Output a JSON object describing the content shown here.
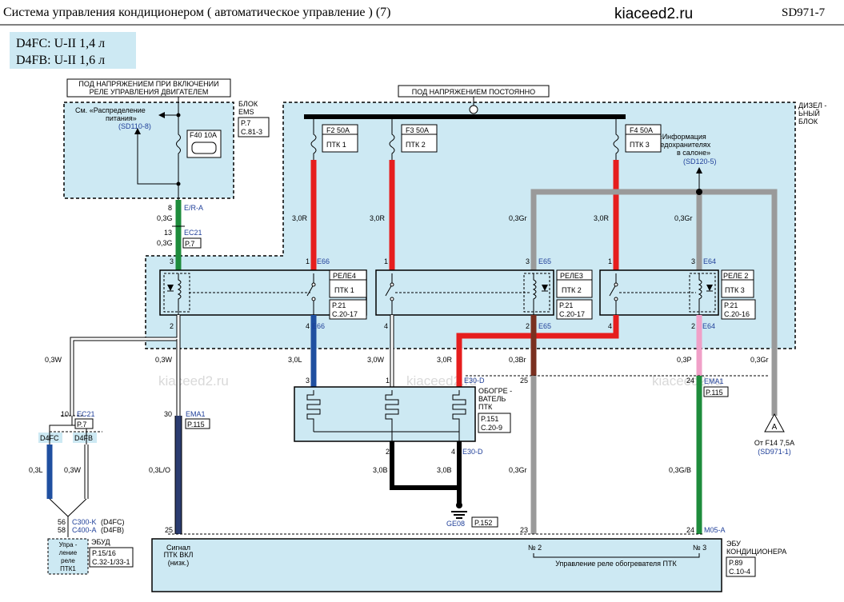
{
  "header": {
    "title": "Система   управления    кондиционером    ( автоматическое      управление    ) (7)",
    "site": "kiaceed2.ru",
    "code": "SD971-7"
  },
  "engines": {
    "line1": "D4FC: U-II 1,4  л",
    "line2": "D4FB: U-II 1,6  л"
  },
  "power": {
    "ignition_1": "ПОД НАПРЯЖЕНИЕМ   ПРИ ВКЛЮЧЕНИИ",
    "ignition_2": "РЕЛЕ УПРАВЛЕНИЯ ДВИГАТЕЛЕМ",
    "constant": "ПОД НАПРЯЖЕНИЕМ   ПОСТОЯННО"
  },
  "ems": {
    "see_1": "См. «Распределение",
    "see_2": "питания»",
    "see_ref": "(SD110-8)",
    "fuse": "F40 10A",
    "block_1": "БЛОК",
    "block_2": "EMS",
    "ref_1": "P.7",
    "ref_2": "C.81-3"
  },
  "diesel_block": {
    "label_1": "ДИЗЕЛ -",
    "label_2": "ЬНЫЙ",
    "label_3": "БЛОК",
    "see_1": "См. «Информация",
    "see_2": "о предохранителях",
    "see_3": "в салоне»",
    "see_ref": "(SD120-5)"
  },
  "fuses": [
    {
      "rating": "F2 50A",
      "name": "ПТК 1"
    },
    {
      "rating": "F3 50A",
      "name": "ПТК 2"
    },
    {
      "rating": "F4 50A",
      "name": "ПТК 3"
    }
  ],
  "relays": [
    {
      "title": "РЕЛЕ4",
      "name": "ПТК 1",
      "ref_1": "P.21",
      "ref_2": "C.20-17",
      "conn_top": "E66",
      "conn_bottom": "E66"
    },
    {
      "title": "РЕЛЕ3",
      "name": "ПТК 2",
      "ref_1": "P.21",
      "ref_2": "C.20-17",
      "conn_top": "E65",
      "conn_bottom": "E65"
    },
    {
      "title": "РЕЛЕ 2",
      "name": "ПТК 3",
      "ref_1": "P.21",
      "ref_2": "C.20-16",
      "conn_top": "E64",
      "conn_bottom": "E64"
    }
  ],
  "wires": {
    "w1": "0,3G",
    "w2": "0,3G",
    "w3": "3,0R",
    "w4": "3,0R",
    "w5": "0,3Gr",
    "w6": "3,0R",
    "w7": "0,3Gr",
    "w8": "0,3W",
    "w9": "0,3W",
    "w10": "3,0L",
    "w11": "3,0W",
    "w12": "3,0R",
    "w13": "0,3Br",
    "w14": "0,3P",
    "w15": "0,3Gr",
    "w16": "0,3L",
    "w17": "0,3W",
    "w18": "0,3L/O",
    "w19": "3,0B",
    "w20": "3,0B",
    "w21": "0,3Gr",
    "w22": "0,3G/B"
  },
  "connectors": {
    "er_a": "E/R-A",
    "ec21_top": "EC21",
    "ec21_top_ref": "P.7",
    "ec21_left": "EC21",
    "ec21_left_ref": "P.7",
    "ema1_left": "EMA1",
    "ema1_left_ref": "P.115",
    "ema1_right": "EMA1",
    "ema1_right_ref": "P.115",
    "e30d_top": "E30-D",
    "e30d_bottom": "E30-D",
    "ge08": "GE08",
    "ge08_ref": "P.152",
    "m05a": "M05-A",
    "c300": "C300-K",
    "c300_note": "(D4FC)",
    "c400": "C400-A",
    "c400_note": "(D4FB)"
  },
  "pins": {
    "p8": "8",
    "p13": "13",
    "p3a": "3",
    "p1a": "1",
    "p1b": "1",
    "p3b": "3",
    "p1c": "1",
    "p3c": "3",
    "p2a": "2",
    "p4a": "4",
    "p4b": "4",
    "p2b": "2",
    "p4c": "4",
    "p2c": "2",
    "p10": "10",
    "p30": "30",
    "p3d": "3",
    "p1d": "1",
    "p2d": "2",
    "p25a": "25",
    "p24a": "24",
    "p2e": "2",
    "p4e": "4",
    "p56": "56",
    "p58": "58",
    "p25b": "25",
    "p23": "23",
    "p24b": "24"
  },
  "variants": {
    "a": "D4FC",
    "b": "D4FB"
  },
  "heater": {
    "label_1": "ОБОГРЕ -",
    "label_2": "ВАТЕЛЬ",
    "label_3": "ПТК",
    "ref_1": "P.151",
    "ref_2": "C.20-9"
  },
  "from_f14": {
    "marker": "A",
    "label": "От F14 7,5A",
    "ref": "(SD971-1)"
  },
  "ecu_engine": {
    "box_1": "Упра -",
    "box_2": "ление",
    "box_3": "реле",
    "box_4": "ПТК1",
    "title": "ЭБУД",
    "ref_1": "P.15/16",
    "ref_2": "C.32-1/33-1"
  },
  "ecu_ac": {
    "signal_1": "Сигнал",
    "signal_2": "ПТК ВКЛ",
    "signal_3": "(низк.)",
    "no2": "№ 2",
    "no3": "№ 3",
    "control": "Управление  реле  обогревателя  ПТК",
    "title_1": "ЭБУ",
    "title_2": "КОНДИЦИОНЕРА",
    "ref_1": "P.89",
    "ref_2": "C.10-4"
  },
  "watermark": "kiaceed2.ru",
  "colors": {
    "panel": "#cde9f3",
    "red": "#e61e1e",
    "green": "#1e8c3c",
    "blue": "#1f4fa0",
    "gray": "#9a9a9a",
    "brown": "#7a3020",
    "pink": "#f0a0c8",
    "black": "#000000"
  }
}
